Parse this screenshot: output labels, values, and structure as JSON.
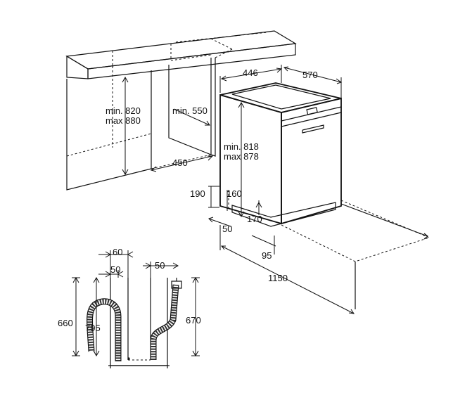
{
  "diagram": {
    "main_view": {
      "cabinet_height": {
        "min": "min. 820",
        "max": "max 880"
      },
      "niche_depth": "min. 550",
      "niche_floor_depth": "450",
      "appliance_width": "446",
      "appliance_depth": "570",
      "appliance_height": {
        "min": "min. 818",
        "max": "max 878"
      },
      "plinth_height_outer": "190",
      "plinth_height_inner": "160",
      "foot_offset_front": "50",
      "plinth_depth": "170",
      "plinth_width": "95",
      "door_swing": "1150"
    },
    "hose_view": {
      "offset_outer": "60",
      "offset_left": "50",
      "offset_right": "50",
      "height_outer": "660",
      "height_inner": "795",
      "height_right": "670"
    }
  }
}
